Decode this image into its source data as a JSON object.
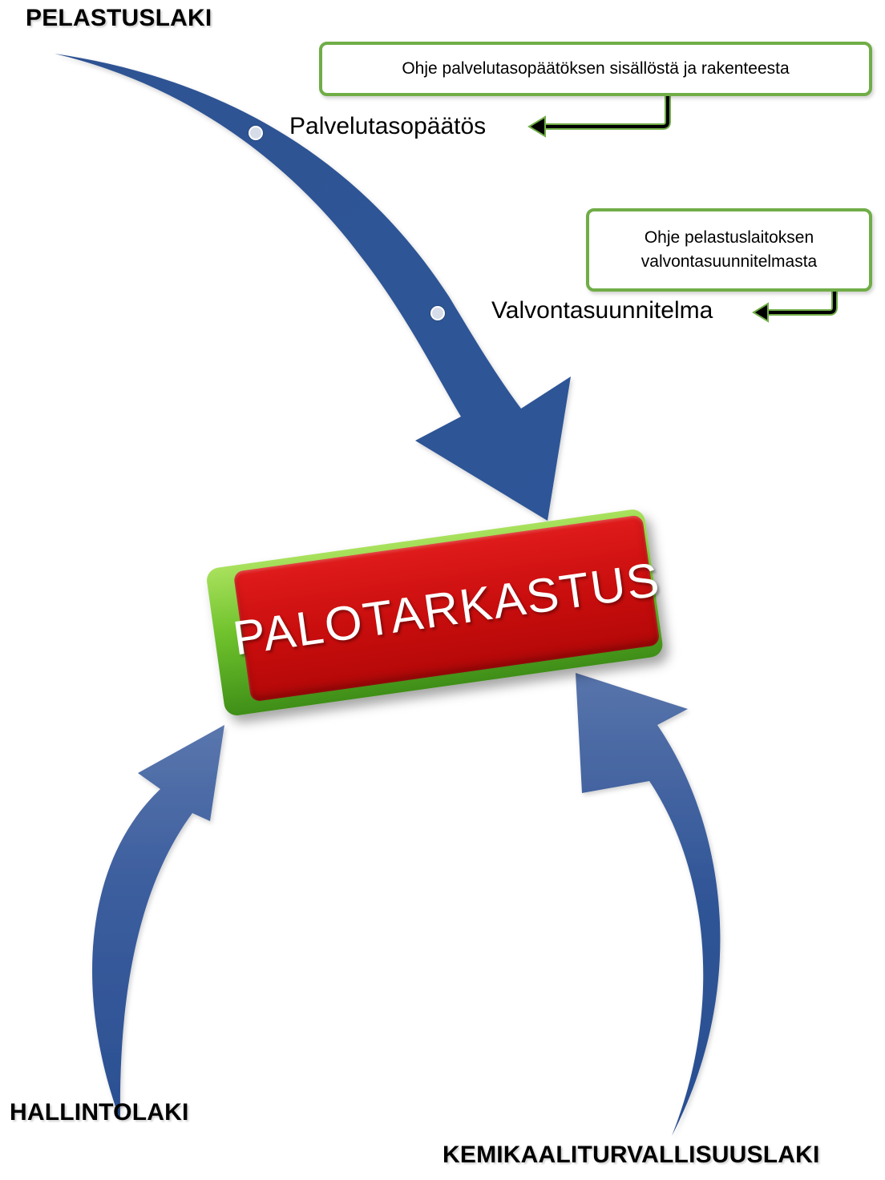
{
  "laws": {
    "pelastuslaki": "PELASTUSLAKI",
    "hallintolaki": "HALLINTOLAKI",
    "kemikaaliturvallisuuslaki": "KEMIKAALITURVALLISUUSLAKI"
  },
  "steps": {
    "palvelutasopaatos": "Palvelutasopäätös",
    "valvontasuunnitelma": "Valvontasuunnitelma"
  },
  "guides": {
    "palvelutaso_guide": "Ohje palvelutasopäätöksen sisällöstä ja rakenteesta",
    "valvonta_guide_line1": "Ohje pelastuslaitoksen",
    "valvonta_guide_line2": "valvontasuunnitelmasta"
  },
  "center": {
    "title": "PALOTARKASTUS"
  },
  "colors": {
    "arrow_blue": "#2f5496",
    "box_border_green": "#70ad47",
    "banner_red": "#c80d0d",
    "banner_green": "#6fc22c"
  }
}
